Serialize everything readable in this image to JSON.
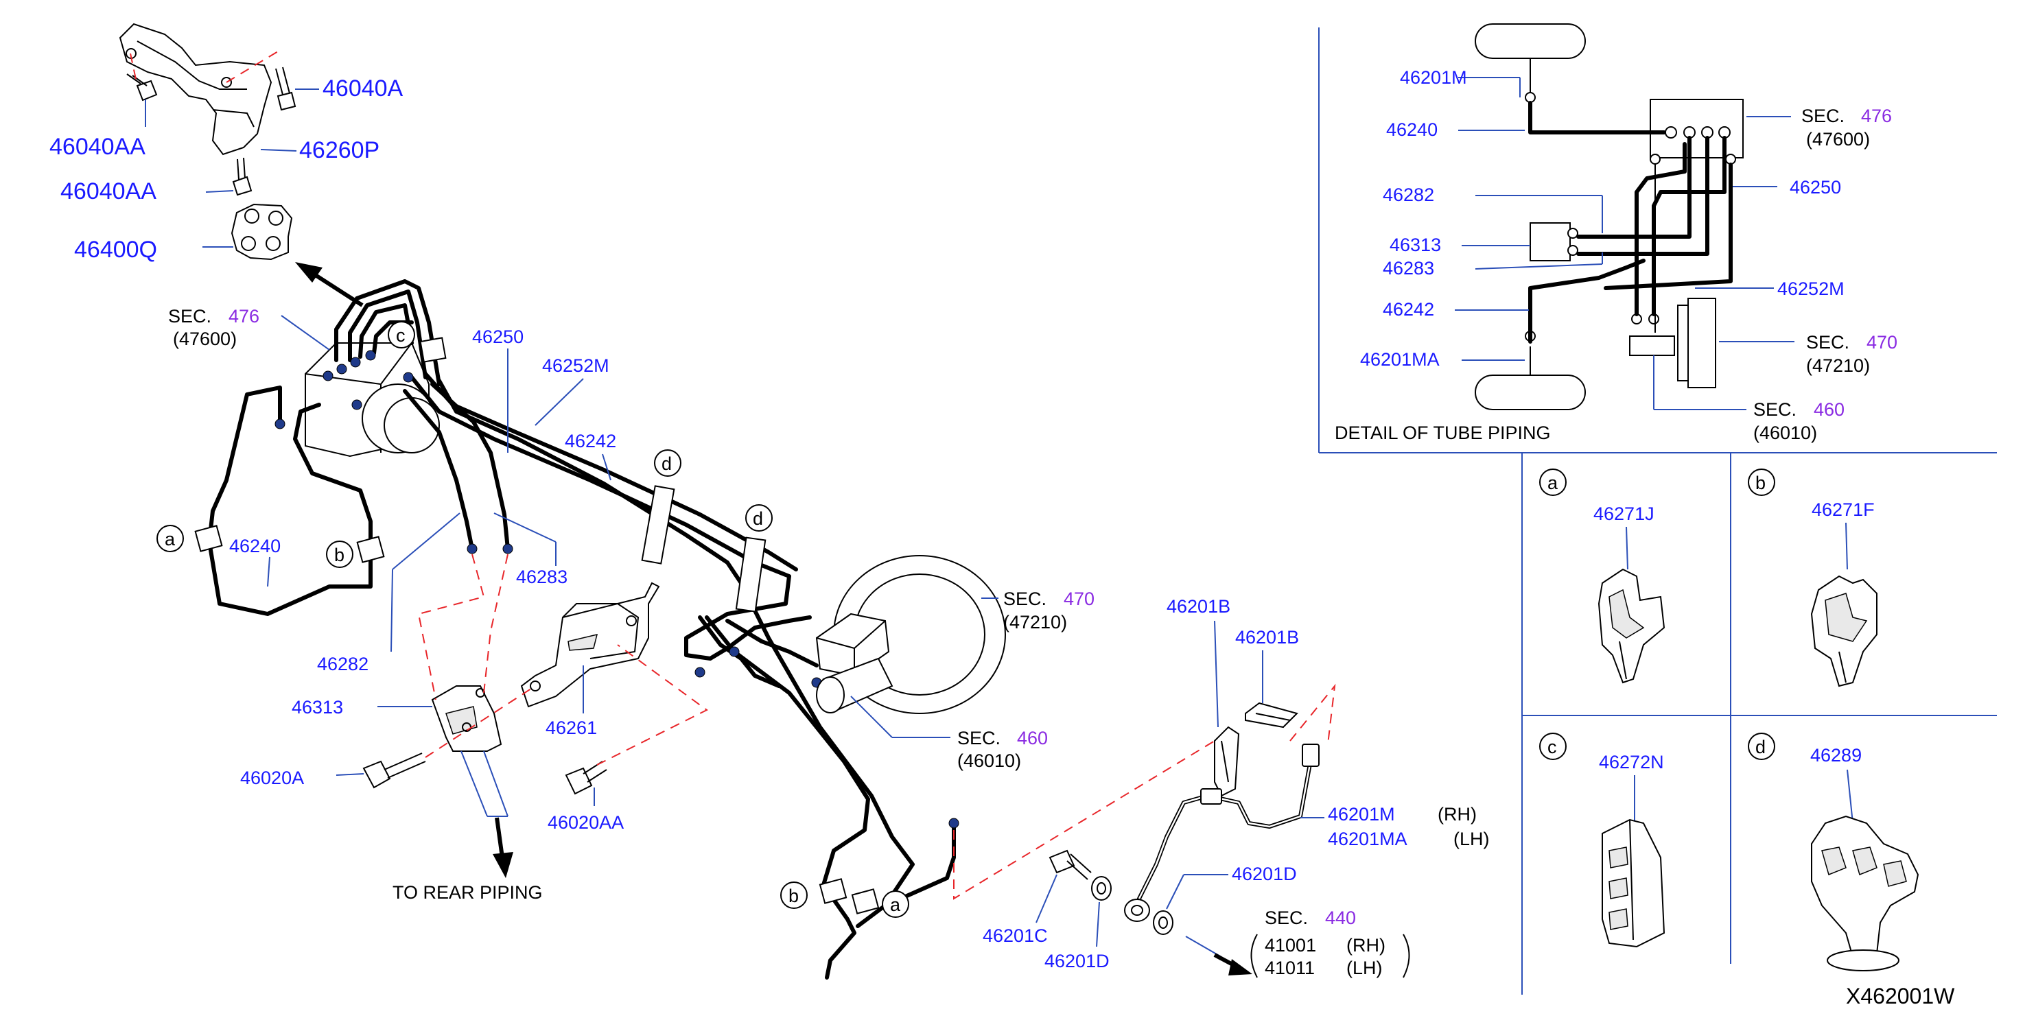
{
  "diagram_code": "X462001W",
  "callouts": {
    "p46040A": "46040A",
    "p46040AA_a": "46040AA",
    "p46260P": "46260P",
    "p46040AA_b": "46040AA",
    "p46400Q": "46400Q",
    "p46250": "46250",
    "p46252M": "46252M",
    "p46242": "46242",
    "p46240": "46240",
    "p46283": "46283",
    "p46282": "46282",
    "p46313": "46313",
    "p46261": "46261",
    "p46020A": "46020A",
    "p46020AA": "46020AA",
    "p46201B_a": "46201B",
    "p46201B_b": "46201B",
    "p46201M": "46201M",
    "p46201MA": "46201MA",
    "p46201D_a": "46201D",
    "p46201C": "46201C",
    "p46201D_b": "46201D",
    "rh": "(RH)",
    "lh": "(LH)",
    "p41001": "41001",
    "p41011": "41011",
    "rh2": "(RH)",
    "lh2": "(LH)"
  },
  "sections": {
    "sec_prefix": "SEC.",
    "s476_num": "476",
    "s476_sub": "(47600)",
    "s470_num": "470",
    "s470_sub": "(47210)",
    "s460_num": "460",
    "s460_sub": "(46010)",
    "s440_num": "440"
  },
  "labels": {
    "to_rear": "TO   REAR   PIPING",
    "detail_title": "DETAIL   OF   TUBE   PIPING"
  },
  "detail": {
    "p46201M": "46201M",
    "p46240": "46240",
    "p46282": "46282",
    "p46313": "46313",
    "p46283": "46283",
    "p46242": "46242",
    "p46201MA": "46201MA",
    "p46250": "46250",
    "p46252M": "46252M"
  },
  "clips": {
    "a": {
      "letter": "a",
      "part": "46271J"
    },
    "b": {
      "letter": "b",
      "part": "46271F"
    },
    "c": {
      "letter": "c",
      "part": "46272N"
    },
    "d": {
      "letter": "d",
      "part": "46289"
    }
  },
  "view_letters": {
    "a1": "a",
    "b1": "b",
    "c1": "c",
    "d1": "d",
    "d2": "d",
    "b2": "b",
    "a2": "a"
  },
  "colors": {
    "part_number": "#1a1aff",
    "section_number": "#8a2be2",
    "leader": "#2b4fb8",
    "dashed_guide": "#e8262a"
  }
}
